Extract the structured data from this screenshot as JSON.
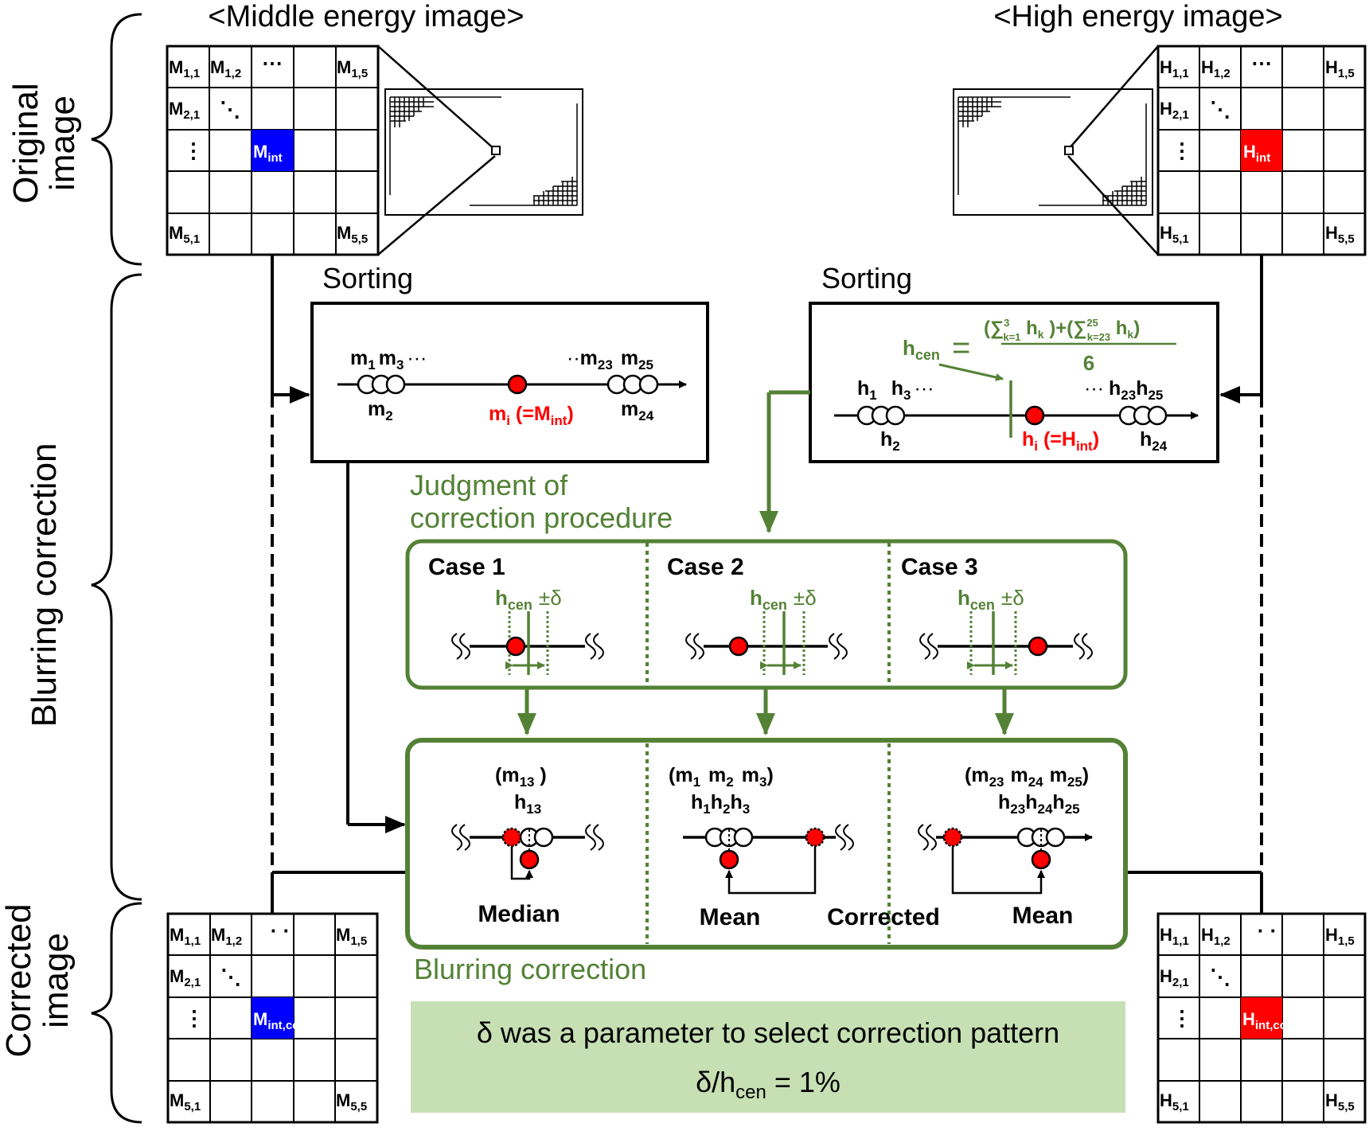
{
  "titles": {
    "middle": "<Middle energy image>",
    "high": "<High energy image>"
  },
  "sections": {
    "original_1": "Original",
    "original_2": "image",
    "blurring": "Blurring correction",
    "corrected_1": "Corrected",
    "corrected_2": "image"
  },
  "grids": {
    "m_orig": {
      "c11": "M",
      "c11s": "1,1",
      "c12": "M",
      "c12s": "1,2",
      "c15": "M",
      "c15s": "1,5",
      "c21": "M",
      "c21s": "2,1",
      "c51": "M",
      "c51s": "5,1",
      "c55": "M",
      "c55s": "5,5",
      "center": "M",
      "centers": "int",
      "dots_h": "⋯",
      "dots_v": "⋮",
      "dots_d": "⋱"
    },
    "h_orig": {
      "c11": "H",
      "c11s": "1,1",
      "c12": "H",
      "c12s": "1,2",
      "c15": "H",
      "c15s": "1,5",
      "c21": "H",
      "c21s": "2,1",
      "c51": "H",
      "c51s": "5,1",
      "c55": "H",
      "c55s": "5,5",
      "center": "H",
      "centers": "int",
      "dots_h": "⋯",
      "dots_v": "⋮",
      "dots_d": "⋱"
    },
    "m_cor": {
      "c11": "M",
      "c11s": "1,1",
      "c12": "M",
      "c12s": "1,2",
      "c15": "M",
      "c15s": "1,5",
      "c21": "M",
      "c21s": "2,1",
      "c51": "M",
      "c51s": "5,1",
      "c55": "M",
      "c55s": "5,5",
      "center": "M",
      "centers": "int,cor",
      "dots_h": "· ·",
      "dots_v": "⋮",
      "dots_d": "⋱"
    },
    "h_cor": {
      "c11": "H",
      "c11s": "1,1",
      "c12": "H",
      "c12s": "1,2",
      "c15": "H",
      "c15s": "1,5",
      "c21": "H",
      "c21s": "2,1",
      "c51": "H",
      "c51s": "5,1",
      "c55": "H",
      "c55s": "5,5",
      "center": "H",
      "centers": "int,cor",
      "dots_h": "· ·",
      "dots_v": "⋮",
      "dots_d": "⋱"
    }
  },
  "sorting": {
    "label_left": "Sorting",
    "label_right": "Sorting",
    "m1": "m",
    "m1s": "1",
    "m3": "m",
    "m3s": "3",
    "mdots": "···",
    "m2": "m",
    "m2s": "2",
    "mdots2": "··",
    "m23": "m",
    "m23s": "23",
    "m25": "m",
    "m25s": "25",
    "m24": "m",
    "m24s": "24",
    "mi": "m",
    "mis": "i",
    "mi_eq": " (=M",
    "mi_eqs": "int",
    "mi_close": ")",
    "h1": "h",
    "h1s": "1",
    "h3": "h",
    "h3s": "3",
    "hdots": "···",
    "h2": "h",
    "h2s": "2",
    "hdots2": "···",
    "h23": "h",
    "h23s": "23",
    "h25": "h",
    "h25s": "25",
    "h24": "h",
    "h24s": "24",
    "hi": "h",
    "his": "i",
    "hi_eq": " (=H",
    "hi_eqs": "int",
    "hi_close": ")"
  },
  "formula": {
    "lhs": "h",
    "lhs_sub": "cen",
    "eq": "=",
    "num_a": "(∑",
    "num_a_sup": "3",
    "num_a_sub": "k=1",
    "num_a_body": " h",
    "num_a_bsub": "k",
    "num_a_close": " )+(∑",
    "num_b_sup": "25",
    "num_b_sub": "k=23",
    "num_b_body": " h",
    "num_b_bsub": "k",
    "num_b_close": ")",
    "den": "6"
  },
  "judgment": {
    "line1": "Judgment of",
    "line2": "correction procedure",
    "case1": "Case 1",
    "case2": "Case 2",
    "case3": "Case 3",
    "hcen": "h",
    "hcen_sub": "cen",
    "pm": "±δ"
  },
  "correction": {
    "label": "Blurring correction",
    "c1_top": "(m",
    "c1_tops": "13",
    "c1_topc": " )",
    "c1_h": "h",
    "c1_hs": "13",
    "c2_top_a": "(m",
    "c2_top_as": "1",
    "c2_top_b": "m",
    "c2_top_bs": "2",
    "c2_top_c": "m",
    "c2_top_cs": "3",
    "c2_top_close": ")",
    "c2_h_a": "h",
    "c2_h_as": "1",
    "c2_h_b": "h",
    "c2_h_bs": "2",
    "c2_h_c": "h",
    "c2_h_cs": "3",
    "c3_top_a": "(m",
    "c3_top_as": "23",
    "c3_top_b": "m",
    "c3_top_bs": "24",
    "c3_top_c": "m",
    "c3_top_cs": "25",
    "c3_top_close": ")",
    "c3_h_a": "h",
    "c3_h_as": "23",
    "c3_h_b": "h",
    "c3_h_bs": "24",
    "c3_h_c": "h",
    "c3_h_cs": "25",
    "median": "Median",
    "mean1": "Mean",
    "corrected": "Corrected",
    "mean2": "Mean"
  },
  "note": {
    "line1": "δ was a parameter to select correction pattern",
    "line2a": "δ/h",
    "line2s": "cen",
    "line2b": " = 1%"
  },
  "colors": {
    "green": "#538135",
    "red": "#ff0000",
    "blue": "#0000ff",
    "note_bg": "#c6e0b4",
    "black": "#000000"
  }
}
